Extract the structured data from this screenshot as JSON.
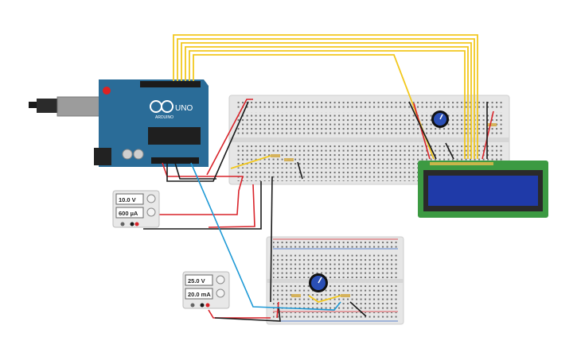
{
  "arduino": {
    "model": "UNO",
    "brand": "ARDUINO"
  },
  "supplies": [
    {
      "id": "supply-1",
      "voltage": "10.0 V",
      "current": "600 µA"
    },
    {
      "id": "supply-2",
      "voltage": "25.0 V",
      "current": "20.0 mA"
    }
  ],
  "colors": {
    "wire_yellow": "#f2c81e",
    "wire_red": "#d9232a",
    "wire_black": "#1a1a1a",
    "wire_blue": "#1f9ad6",
    "arduino_blue": "#2a6c98",
    "lcd_green": "#3c9a42",
    "lcd_screen": "#1f3aa8",
    "breadboard": "#e9e9e9"
  }
}
